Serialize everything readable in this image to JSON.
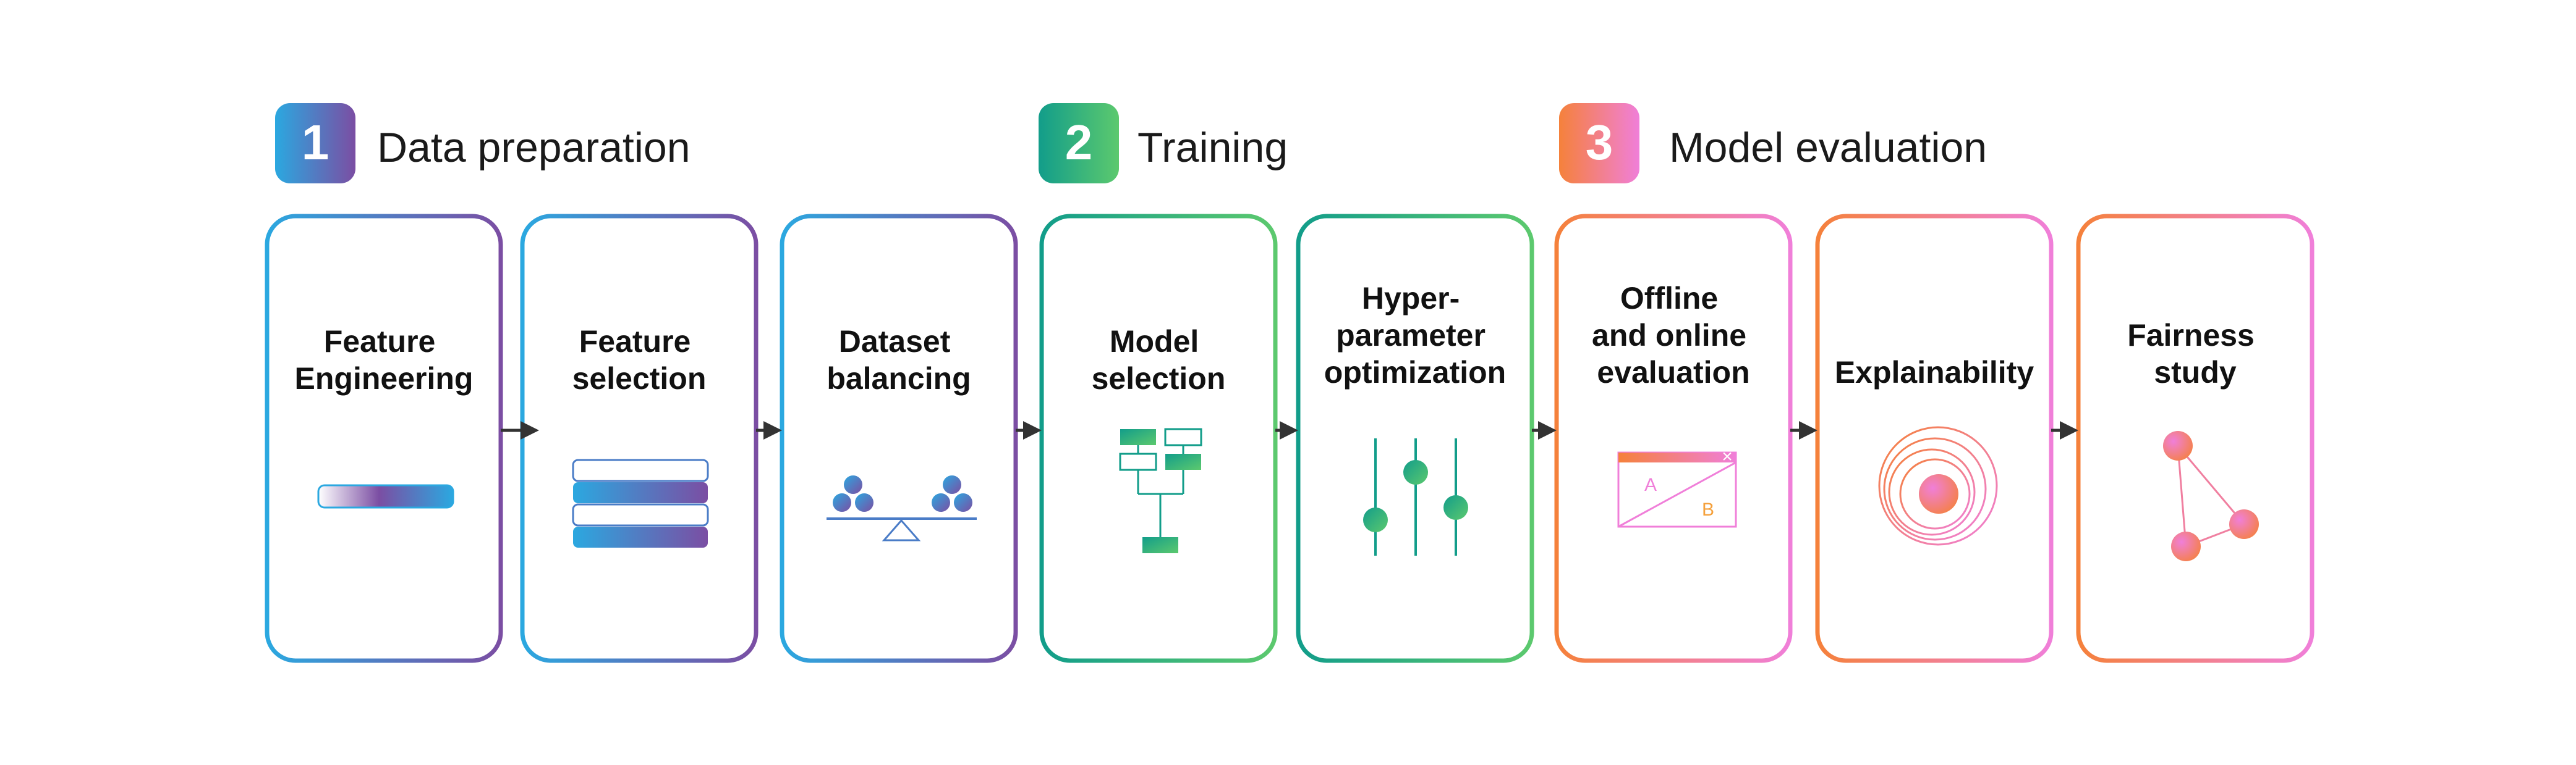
{
  "stages": [
    {
      "number": "1",
      "title": "Data preparation"
    },
    {
      "number": "2",
      "title": "Training"
    },
    {
      "number": "3",
      "title": "Model evaluation"
    }
  ],
  "cards": [
    {
      "lines": [
        "Feature",
        "Engineering"
      ],
      "icon": "gradient-bar-icon"
    },
    {
      "lines": [
        "Feature",
        "selection"
      ],
      "icon": "stacked-bars-icon"
    },
    {
      "lines": [
        "Dataset",
        "balancing"
      ],
      "icon": "balance-scale-icon"
    },
    {
      "lines": [
        "Model",
        "selection"
      ],
      "icon": "tree-diagram-icon"
    },
    {
      "lines": [
        "Hyper-",
        "parameter",
        "optimization"
      ],
      "icon": "sliders-icon"
    },
    {
      "lines": [
        "Offline",
        "and online",
        "evaluation"
      ],
      "icon": "ab-test-window-icon"
    },
    {
      "lines": [
        "Explainability"
      ],
      "icon": "concentric-circles-icon"
    },
    {
      "lines": [
        "Fairness",
        "study"
      ],
      "icon": "triangle-network-icon"
    }
  ],
  "icon_labels": {
    "a": "A",
    "b": "B",
    "close": "×"
  },
  "colors": {
    "prep_start": "#2ba8e0",
    "prep_end": "#7b4ea3",
    "train_start": "#129d8a",
    "train_end": "#5cc96e",
    "eval_start": "#f5813b",
    "eval_end": "#f07fd9",
    "arrow": "#333333",
    "text": "#111111"
  }
}
